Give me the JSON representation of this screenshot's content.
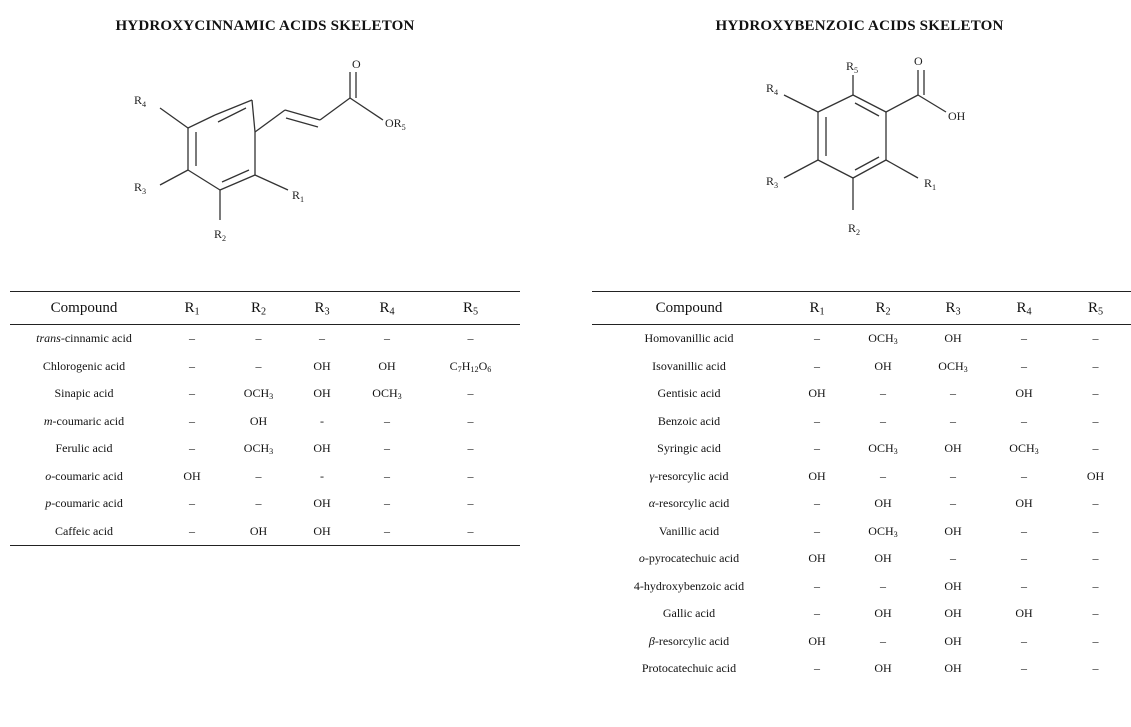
{
  "hydroxycinnamic": {
    "title": "HYDROXYCINNAMIC ACIDS SKELETON",
    "atom_labels": {
      "r1": "R",
      "r1_sub": "1",
      "r2": "R",
      "r2_sub": "2",
      "r3": "R",
      "r3_sub": "3",
      "r4": "R",
      "r4_sub": "4",
      "oxygen": "O",
      "or5": "OR",
      "or5_sub": "5"
    },
    "columns": [
      {
        "label": "Compound",
        "sub": ""
      },
      {
        "label": "R",
        "sub": "1"
      },
      {
        "label": "R",
        "sub": "2"
      },
      {
        "label": "R",
        "sub": "3"
      },
      {
        "label": "R",
        "sub": "4"
      },
      {
        "label": "R",
        "sub": "5"
      }
    ],
    "rows": [
      {
        "prefix": "trans",
        "name": "-cinnamic acid",
        "cells": [
          "–",
          "–",
          "–",
          "–",
          "–"
        ]
      },
      {
        "prefix": "",
        "name": "Chlorogenic acid",
        "cells": [
          "–",
          "–",
          "OH",
          "OH",
          "C7H12O6"
        ]
      },
      {
        "prefix": "",
        "name": "Sinapic acid",
        "cells": [
          "–",
          "OCH3",
          "OH",
          "OCH3",
          "–"
        ]
      },
      {
        "prefix": "m",
        "name": "-coumaric acid",
        "cells": [
          "–",
          "OH",
          "-",
          "–",
          "–"
        ]
      },
      {
        "prefix": "",
        "name": "Ferulic acid",
        "cells": [
          "–",
          "OCH3",
          "OH",
          "–",
          "–"
        ]
      },
      {
        "prefix": "o",
        "name": "-coumaric acid",
        "cells": [
          "OH",
          "–",
          "-",
          "–",
          "–"
        ]
      },
      {
        "prefix": "p",
        "name": "-coumaric acid",
        "cells": [
          "–",
          "–",
          "OH",
          "–",
          "–"
        ]
      },
      {
        "prefix": "",
        "name": "Caffeic acid",
        "cells": [
          "–",
          "OH",
          "OH",
          "–",
          "–"
        ]
      }
    ]
  },
  "hydroxybenzoic": {
    "title": "HYDROXYBENZOIC ACIDS SKELETON",
    "atom_labels": {
      "r1": "R",
      "r1_sub": "1",
      "r2": "R",
      "r2_sub": "2",
      "r3": "R",
      "r3_sub": "3",
      "r4": "R",
      "r4_sub": "4",
      "r5": "R",
      "r5_sub": "5",
      "oxygen": "O",
      "oh": "OH"
    },
    "columns": [
      {
        "label": "Compound",
        "sub": ""
      },
      {
        "label": "R",
        "sub": "1"
      },
      {
        "label": "R",
        "sub": "2"
      },
      {
        "label": "R",
        "sub": "3"
      },
      {
        "label": "R",
        "sub": "4"
      },
      {
        "label": "R",
        "sub": "5"
      }
    ],
    "rows": [
      {
        "prefix": "",
        "name": "Homovanillic acid",
        "cells": [
          "–",
          "OCH3",
          "OH",
          "–",
          "–"
        ]
      },
      {
        "prefix": "",
        "name": "Isovanillic acid",
        "cells": [
          "–",
          "OH",
          "OCH3",
          "–",
          "–"
        ]
      },
      {
        "prefix": "",
        "name": "Gentisic acid",
        "cells": [
          "OH",
          "–",
          "–",
          "OH",
          "–"
        ]
      },
      {
        "prefix": "",
        "name": "Benzoic acid",
        "cells": [
          "–",
          "–",
          "–",
          "–",
          "–"
        ]
      },
      {
        "prefix": "",
        "name": "Syringic acid",
        "cells": [
          "–",
          "OCH3",
          "OH",
          "OCH3",
          "–"
        ]
      },
      {
        "prefix": "γ",
        "name": "-resorcylic acid",
        "cells": [
          "OH",
          "–",
          "–",
          "–",
          "OH"
        ]
      },
      {
        "prefix": "α",
        "name": "-resorcylic acid",
        "cells": [
          "–",
          "OH",
          "–",
          "OH",
          "–"
        ]
      },
      {
        "prefix": "",
        "name": "Vanillic acid",
        "cells": [
          "–",
          "OCH3",
          "OH",
          "–",
          "–"
        ]
      },
      {
        "prefix": "o",
        "name": "-pyrocatechuic acid",
        "cells": [
          "OH",
          "OH",
          "–",
          "–",
          "–"
        ]
      },
      {
        "prefix": "",
        "name": "4-hydroxybenzoic acid",
        "cells": [
          "–",
          "–",
          "OH",
          "–",
          "–"
        ]
      },
      {
        "prefix": "",
        "name": "Gallic acid",
        "cells": [
          "–",
          "OH",
          "OH",
          "OH",
          "–"
        ]
      },
      {
        "prefix": "β",
        "name": "-resorcylic acid",
        "cells": [
          "OH",
          "–",
          "OH",
          "–",
          "–"
        ]
      },
      {
        "prefix": "",
        "name": "Protocatechuic acid",
        "cells": [
          "–",
          "OH",
          "OH",
          "–",
          "–"
        ]
      }
    ]
  }
}
